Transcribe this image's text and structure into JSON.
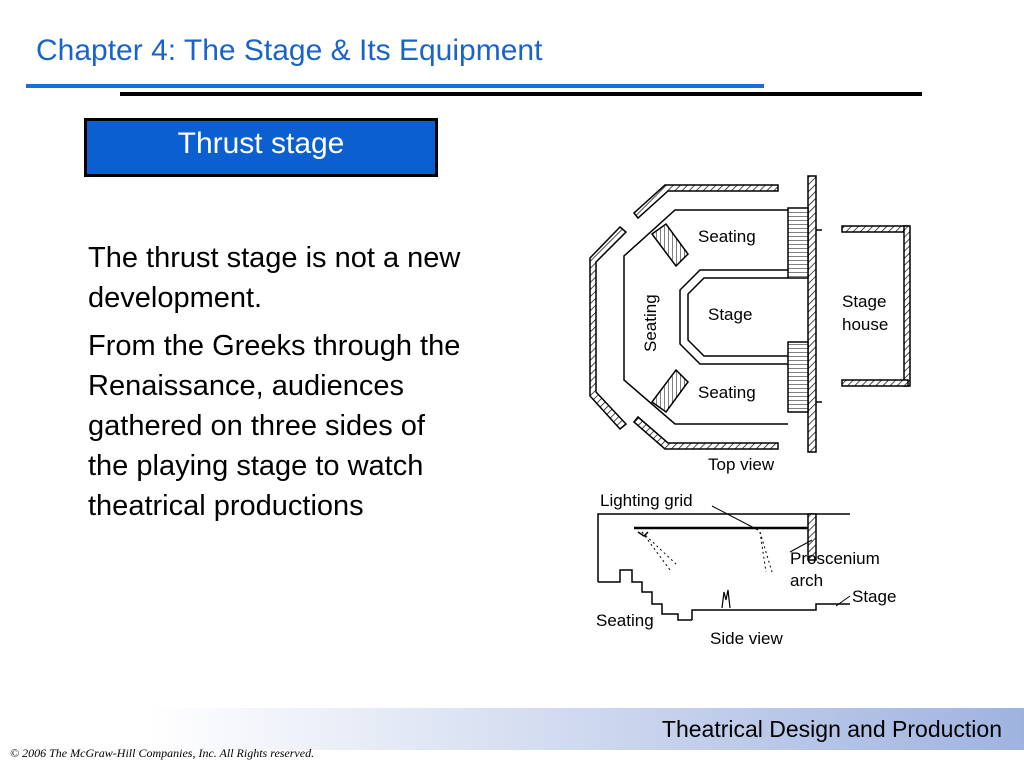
{
  "header": {
    "title": "Chapter 4:  The Stage & Its Equipment",
    "subtitle": "Thrust stage"
  },
  "body": {
    "paragraphs": [
      "The thrust stage is not a new development.",
      "From the Greeks through the Renaissance, audiences gathered on three sides of the playing stage to watch theatrical productions"
    ]
  },
  "diagram": {
    "top_view": {
      "labels": {
        "seating_top": "Seating",
        "seating_left": "Seating",
        "seating_bottom": "Seating",
        "stage": "Stage",
        "stage_house_line1": "Stage",
        "stage_house_line2": "house",
        "caption": "Top view"
      }
    },
    "side_view": {
      "labels": {
        "lighting_grid": "Lighting grid",
        "proscenium_line1": "Proscenium",
        "proscenium_line2": "arch",
        "stage": "Stage",
        "seating": "Seating",
        "caption": "Side view"
      }
    }
  },
  "footer": {
    "title": "Theatrical Design and Production",
    "copyright": "© 2006 The McGraw-Hill Companies, Inc. All Rights reserved."
  }
}
